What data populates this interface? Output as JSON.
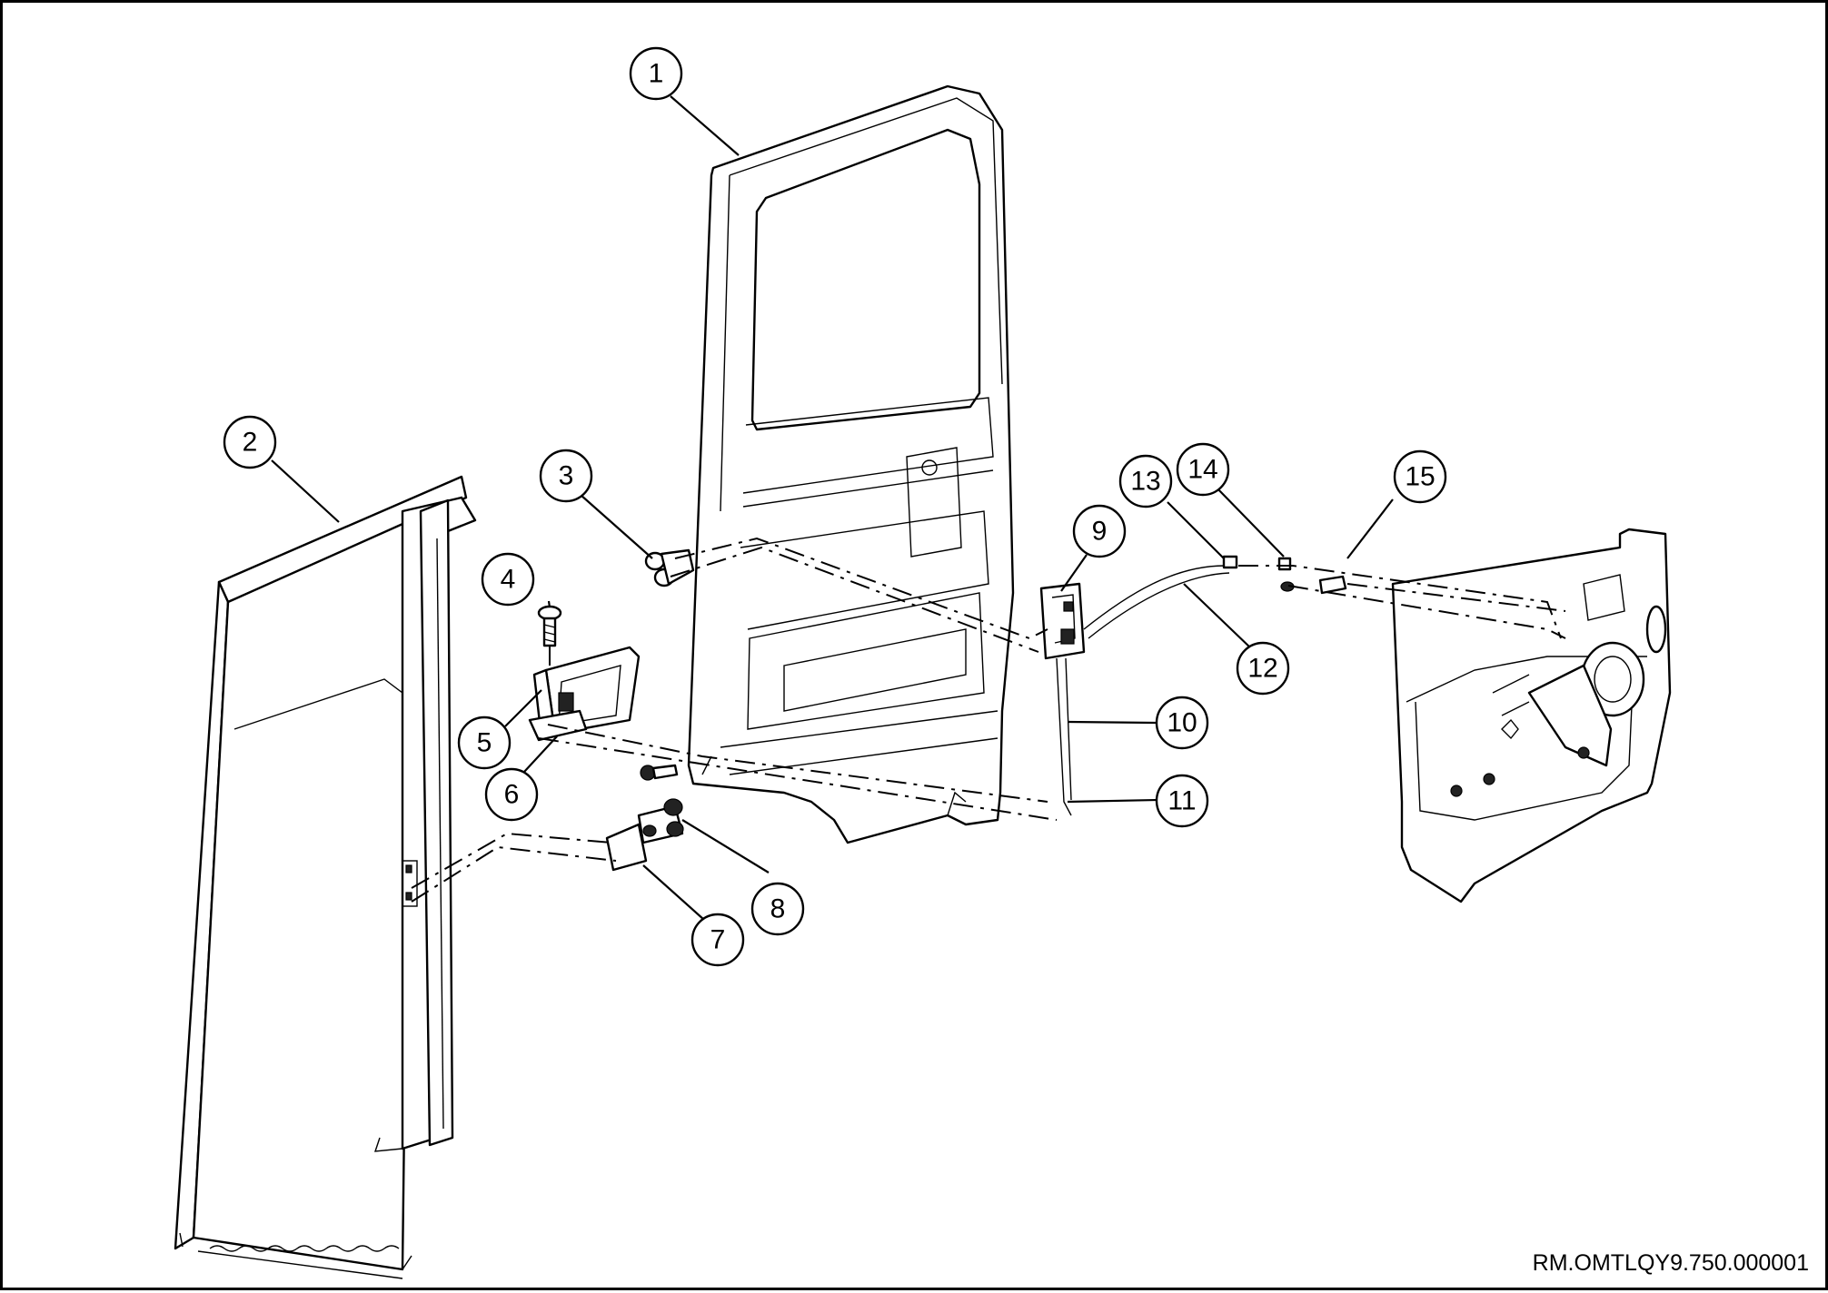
{
  "figure": {
    "reference_code": "RM.OMTLQY9.750.000001"
  },
  "callouts": [
    {
      "number": "1"
    },
    {
      "number": "2"
    },
    {
      "number": "3"
    },
    {
      "number": "4"
    },
    {
      "number": "5"
    },
    {
      "number": "6"
    },
    {
      "number": "7"
    },
    {
      "number": "8"
    },
    {
      "number": "9"
    },
    {
      "number": "10"
    },
    {
      "number": "11"
    },
    {
      "number": "12"
    },
    {
      "number": "13"
    },
    {
      "number": "14"
    },
    {
      "number": "15"
    }
  ],
  "colors": {
    "line": "#000000",
    "background": "#ffffff"
  }
}
